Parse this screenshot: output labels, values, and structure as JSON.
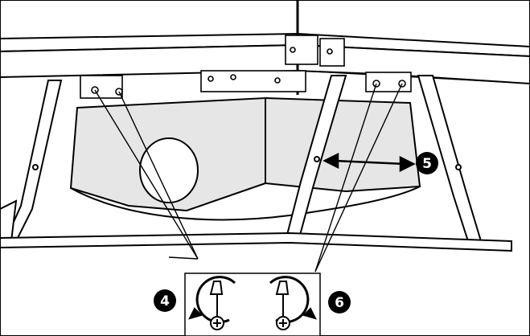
{
  "callouts": [
    {
      "id": "step-4",
      "label": "4"
    },
    {
      "id": "step-5",
      "label": "5"
    },
    {
      "id": "step-6",
      "label": "6"
    }
  ],
  "icons": {
    "loosen": "screwdriver-counterclockwise-icon",
    "tighten": "screwdriver-clockwise-icon",
    "adjust": "double-arrow-icon"
  },
  "colors": {
    "ink": "#000000",
    "paper": "#ffffff",
    "shade": "#e6e6e6"
  }
}
